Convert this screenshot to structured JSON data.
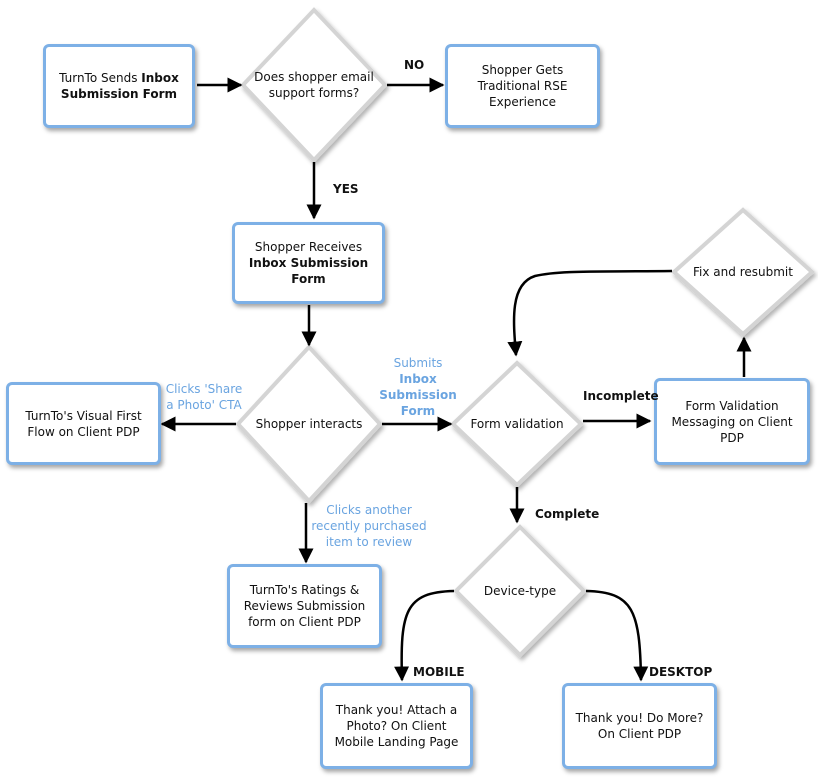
{
  "nodes": {
    "turnto_sends": {
      "text": "TurnTo Sends ",
      "bold": "Inbox Submission Form"
    },
    "does_email_support": {
      "text": "Does shopper email support forms?"
    },
    "traditional_rse": {
      "text": "Shopper Gets Traditional RSE Experience"
    },
    "shopper_receives": {
      "text": "Shopper Receives ",
      "bold": "Inbox Submission Form"
    },
    "shopper_interacts": {
      "text": "Shopper interacts"
    },
    "visual_first": {
      "text": "TurnTo's Visual First Flow on Client PDP"
    },
    "ratings_reviews": {
      "text": "TurnTo's Ratings & Reviews Submission form on Client PDP"
    },
    "form_validation": {
      "text": "Form validation"
    },
    "validation_messaging": {
      "text": "Form Validation Messaging on Client PDP"
    },
    "fix_resubmit": {
      "text": "Fix and resubmit"
    },
    "device_type": {
      "text": "Device-type"
    },
    "thank_mobile": {
      "text": "Thank you! Attach a Photo? On Client Mobile Landing Page"
    },
    "thank_desktop": {
      "text": "Thank you! Do More? On Client PDP"
    }
  },
  "edges": {
    "no": "NO",
    "yes": "YES",
    "clicks_share_1": "Clicks 'Share",
    "clicks_share_2": "a Photo' CTA",
    "submits_1": "Submits",
    "submits_2": "Inbox",
    "submits_3": "Submission",
    "submits_4": "Form",
    "clicks_another_1": "Clicks another",
    "clicks_another_2": "recently purchased",
    "clicks_another_3": "item to review",
    "incomplete": "Incomplete",
    "complete": "Complete",
    "mobile": "MOBILE",
    "desktop": "DESKTOP"
  },
  "colors": {
    "box_border": "#7db0e6",
    "edge_label_blue": "#6aa4e0",
    "diamond_border": "#d4d4d4",
    "arrow": "#000000"
  }
}
